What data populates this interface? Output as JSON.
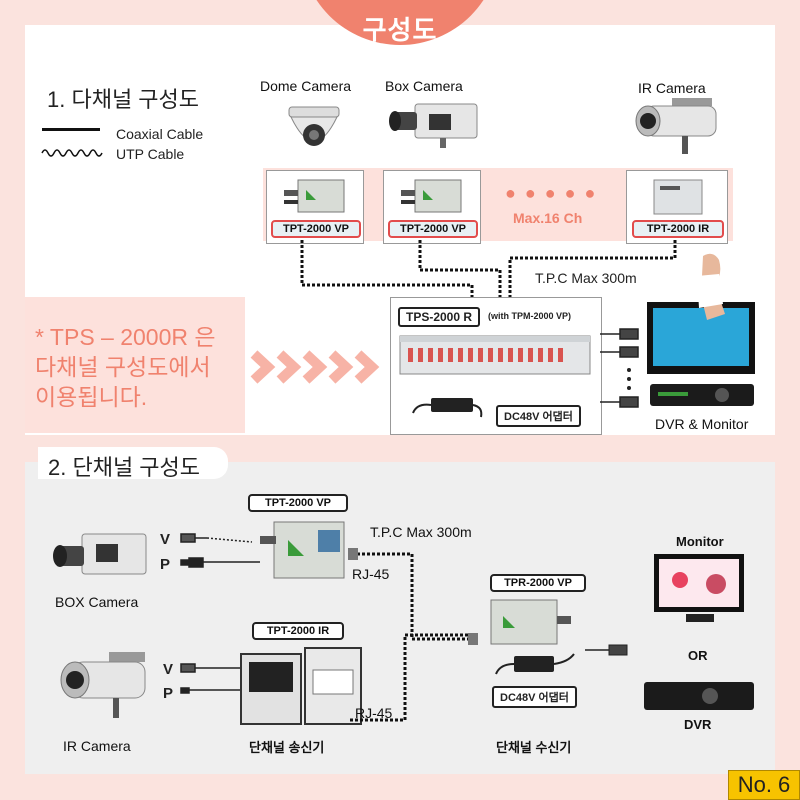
{
  "header": {
    "title": "구성도"
  },
  "section1": {
    "title": "1. 다채널 구성도",
    "legend": {
      "coaxial": "Coaxial Cable",
      "utp": "UTP Cable"
    },
    "cameras": [
      "Dome Camera",
      "Box Camera",
      "IR Camera"
    ],
    "transmitters": [
      "TPT-2000 VP",
      "TPT-2000 VP",
      "TPT-2000 IR"
    ],
    "max_channels": "Max.16 Ch",
    "tpc_label": "T.P.C Max 300m",
    "receiver_label": "TPS-2000 R",
    "receiver_note": "(with TPM-2000 VP)",
    "adapter_label": "DC48V 어댑터",
    "output_label": "DVR & Monitor",
    "note_lines": [
      "* TPS – 2000R 은",
      "다채널 구성도에서",
      "이용됩니다."
    ]
  },
  "section2": {
    "title": "2. 단채널 구성도",
    "tx_top_label": "TPT-2000 VP",
    "tx_bottom_label": "TPT-2000 IR",
    "v_label": "V",
    "p_label": "P",
    "tpc_label": "T.P.C Max 300m",
    "rj45": "RJ-45",
    "rj45_2": "RJ-45",
    "box_camera": "BOX Camera",
    "ir_camera": "IR Camera",
    "receiver_label": "TPR-2000 VP",
    "adapter_label": "DC48V 어댑터",
    "monitor_label": "Monitor",
    "or_label": "OR",
    "dvr_label": "DVR",
    "tx_caption": "단채널 송신기",
    "rx_caption": "단채널 수신기"
  },
  "badge": "No. 6",
  "colors": {
    "accent": "#f0826e",
    "band": "#fde1dc",
    "panel2_bg": "#efefef",
    "outer_bg": "#fbe3de",
    "label_border": "#e24c4c",
    "badge": "#f7c300"
  },
  "icons": [
    "dome-camera-icon",
    "box-camera-icon",
    "ir-camera-icon",
    "transmitter-icon",
    "receiver-rack-icon",
    "power-adapter-icon",
    "monitor-icon",
    "dvr-icon",
    "bnc-connector-icon",
    "arrow-chevron-icon"
  ]
}
